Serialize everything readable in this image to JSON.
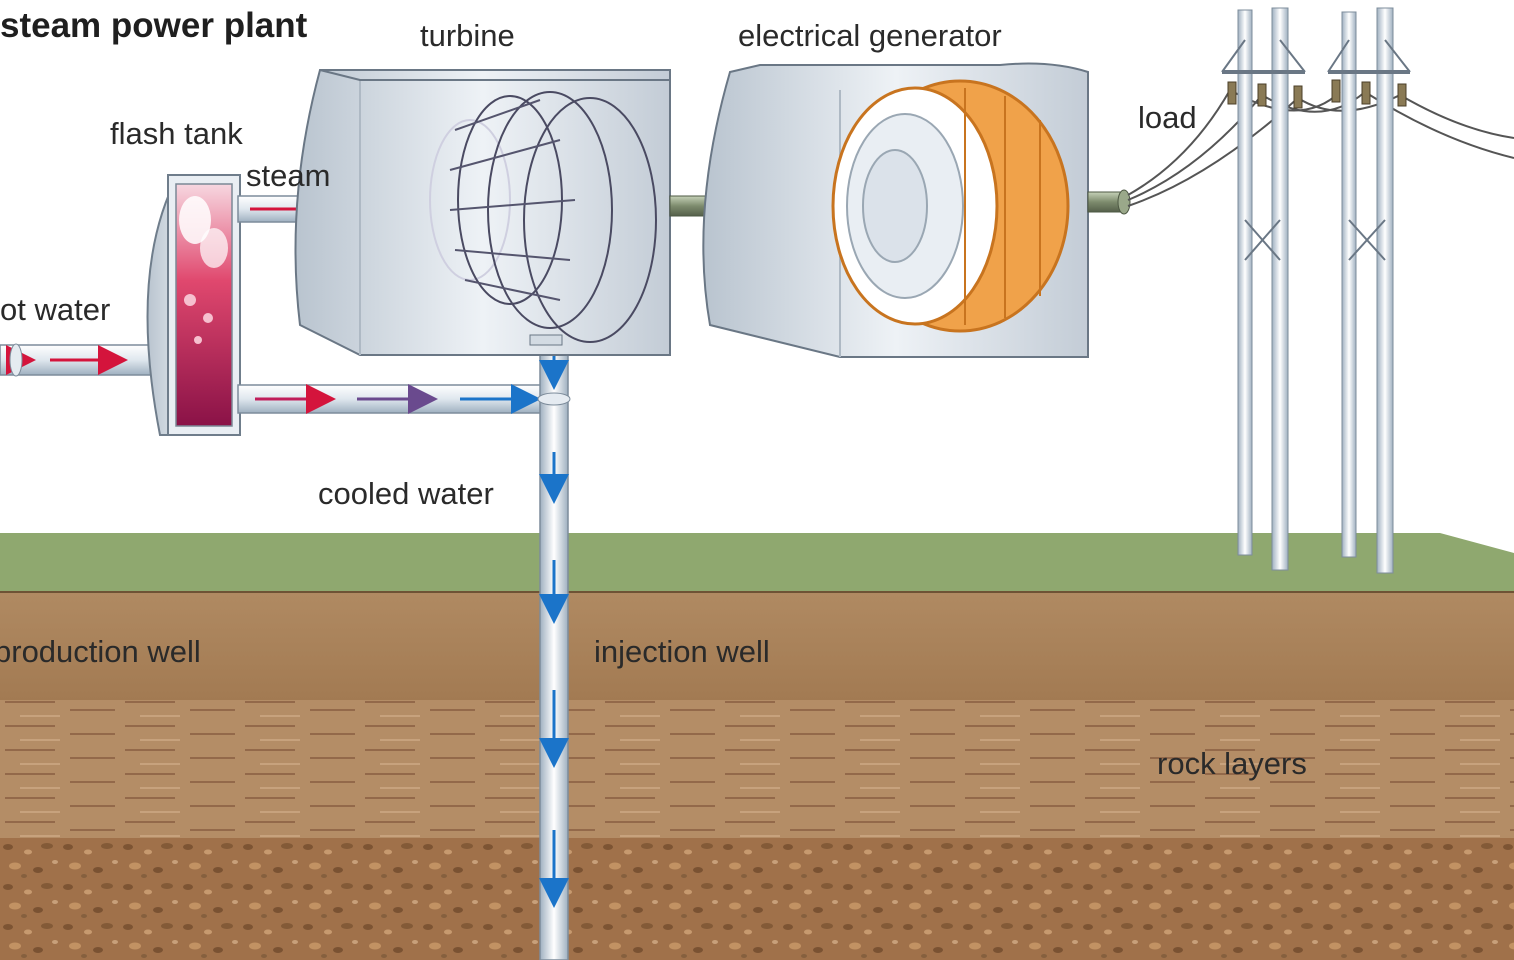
{
  "diagram": {
    "title": "steam power plant",
    "labels": {
      "turbine": "turbine",
      "electrical_generator": "electrical generator",
      "flash_tank": "flash tank",
      "steam": "steam",
      "hot_water": "ot water",
      "load": "load",
      "cooled_water": "cooled water",
      "production_well": "production well",
      "injection_well": "injection well",
      "rock_layers": "rock layers"
    },
    "colors": {
      "hot_water": "#d4143c",
      "cooled_water": "#1b74c9",
      "ground_surface": "#8fa86f",
      "soil": "#a97f5a",
      "rock": "#9b6c45",
      "generator_coil": "#f0a24a",
      "housing": "#dfe6ee"
    }
  }
}
